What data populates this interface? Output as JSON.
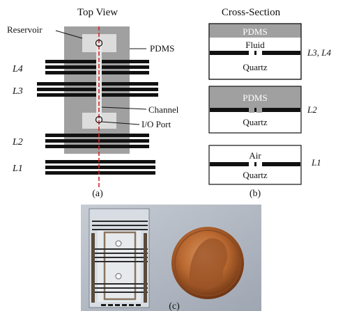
{
  "panel_a": {
    "title": "Top View",
    "callouts": {
      "reservoir": "Reservoir",
      "pdms": "PDMS",
      "channel": "Channel",
      "io_port": "I/O Port"
    },
    "layers": [
      "L4",
      "L3",
      "L2",
      "L1"
    ],
    "caption": "(a)"
  },
  "panel_b": {
    "title": "Cross-Section",
    "sections": [
      {
        "top": "PDMS",
        "middle": "Fluid",
        "bottom": "Quartz",
        "layer": "L3, L4"
      },
      {
        "top": "PDMS",
        "bottom": "Quartz",
        "layer": "L2"
      },
      {
        "top": "Air",
        "bottom": "Quartz",
        "layer": "L1"
      }
    ],
    "caption": "(b)"
  },
  "panel_c": {
    "caption": "(c)"
  },
  "colors": {
    "pdms": "#a0a0a0",
    "reservoir": "#dcdcdc",
    "electrode": "#111111",
    "channel_line": "#d42525"
  }
}
